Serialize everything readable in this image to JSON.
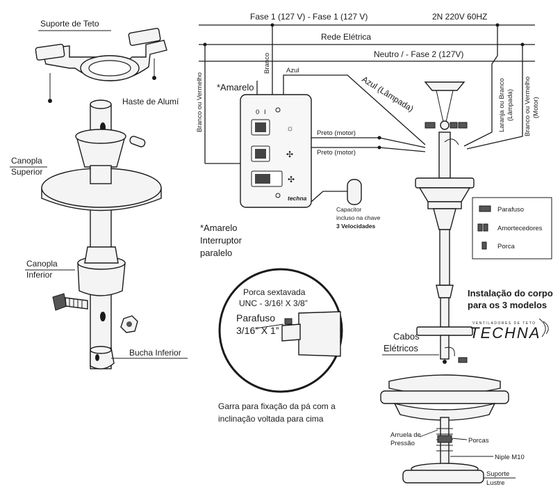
{
  "left_parts": {
    "ceiling_bracket": "Suporte de Teto",
    "aluminum_rod": "Haste de Alumí",
    "upper_canopy": [
      "Canopla",
      "Superior"
    ],
    "lower_canopy": [
      "Canopla",
      "Inferior"
    ],
    "lower_bushing": "Bucha Inferior"
  },
  "wiring": {
    "phase_line": "Fase 1 (127 V) - Fase 1 (127 V)",
    "voltage_label": "2N 220V 60HZ",
    "mains": "Rede Elétrica",
    "neutral_line": "Neutro / - Fase 2 (127V)",
    "white_or_red_left": "Branco ou Vermelho",
    "white": "Branco",
    "blue": "Azul",
    "yellow_note": "*Amarelo",
    "blue_lamp": "Azul (Lâmpada)",
    "black_motor_1": "Preto (motor)",
    "black_motor_2": "Preto (motor)",
    "orange_or_white_lamp": [
      "Laranja ou Branco",
      "(Lâmpada)"
    ],
    "white_or_red_motor": [
      "Branco ou Vermelho",
      "(Motor)"
    ],
    "capacitor": [
      "Capacitor",
      "incluso na chave",
      "3 Velocidades"
    ],
    "switch_note": [
      "*Amarelo",
      "Interruptor",
      "paralelo"
    ]
  },
  "switch_panel": {
    "brand": "techna",
    "indicators": [
      "0",
      "I"
    ]
  },
  "legend": {
    "items": [
      "Parafuso",
      "Amortecedores",
      "Porca"
    ]
  },
  "detail": {
    "nut": [
      "Porca sextavada",
      "UNC - 3/16! X 3/8”"
    ],
    "screw": [
      "Parafuso",
      "3/16” X 1”"
    ],
    "caption": [
      "Garra para fixação da pá com a",
      "inclinação voltada para cima"
    ]
  },
  "body_install": {
    "title": [
      "Instalação do corpo",
      "para os 3 modelos"
    ],
    "cables": [
      "Cabos",
      "Elétricos"
    ],
    "washer": [
      "Arruela de",
      "Pressão"
    ],
    "nuts": "Porcas",
    "nipple": "Niple M10",
    "lustre": [
      "Suporte",
      "Lustre"
    ]
  },
  "logo": {
    "brand": "TECHNA",
    "tagline": "VENTILADORES DE TETO"
  }
}
